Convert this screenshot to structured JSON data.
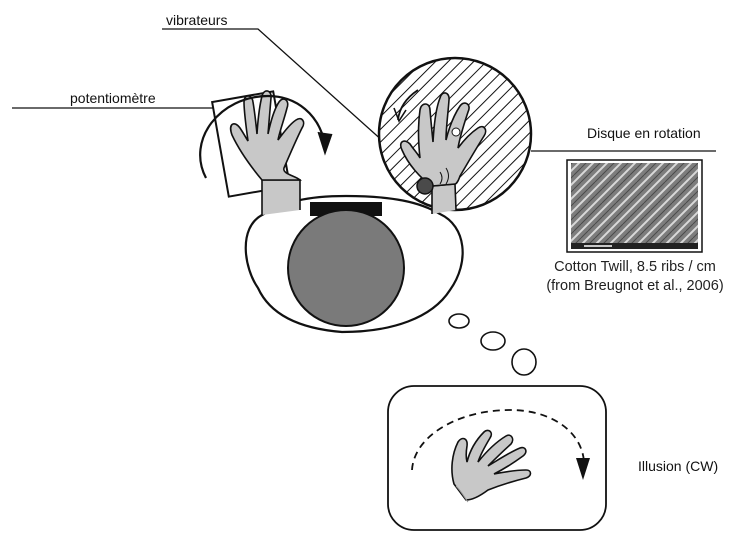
{
  "labels": {
    "vibrators": "vibrateurs",
    "potentiometer": "potentiomètre",
    "rotating_disc": "Disque en rotation",
    "fabric_caption_line1": "Cotton Twill, 8.5 ribs / cm",
    "fabric_caption_line2": "(from Breugnot et al., 2006)",
    "illusion": "Illusion (CW)"
  },
  "colors": {
    "stroke": "#111111",
    "hand_fill": "#c8c8c8",
    "head_fill": "#7a7a7a",
    "background": "#ffffff"
  }
}
